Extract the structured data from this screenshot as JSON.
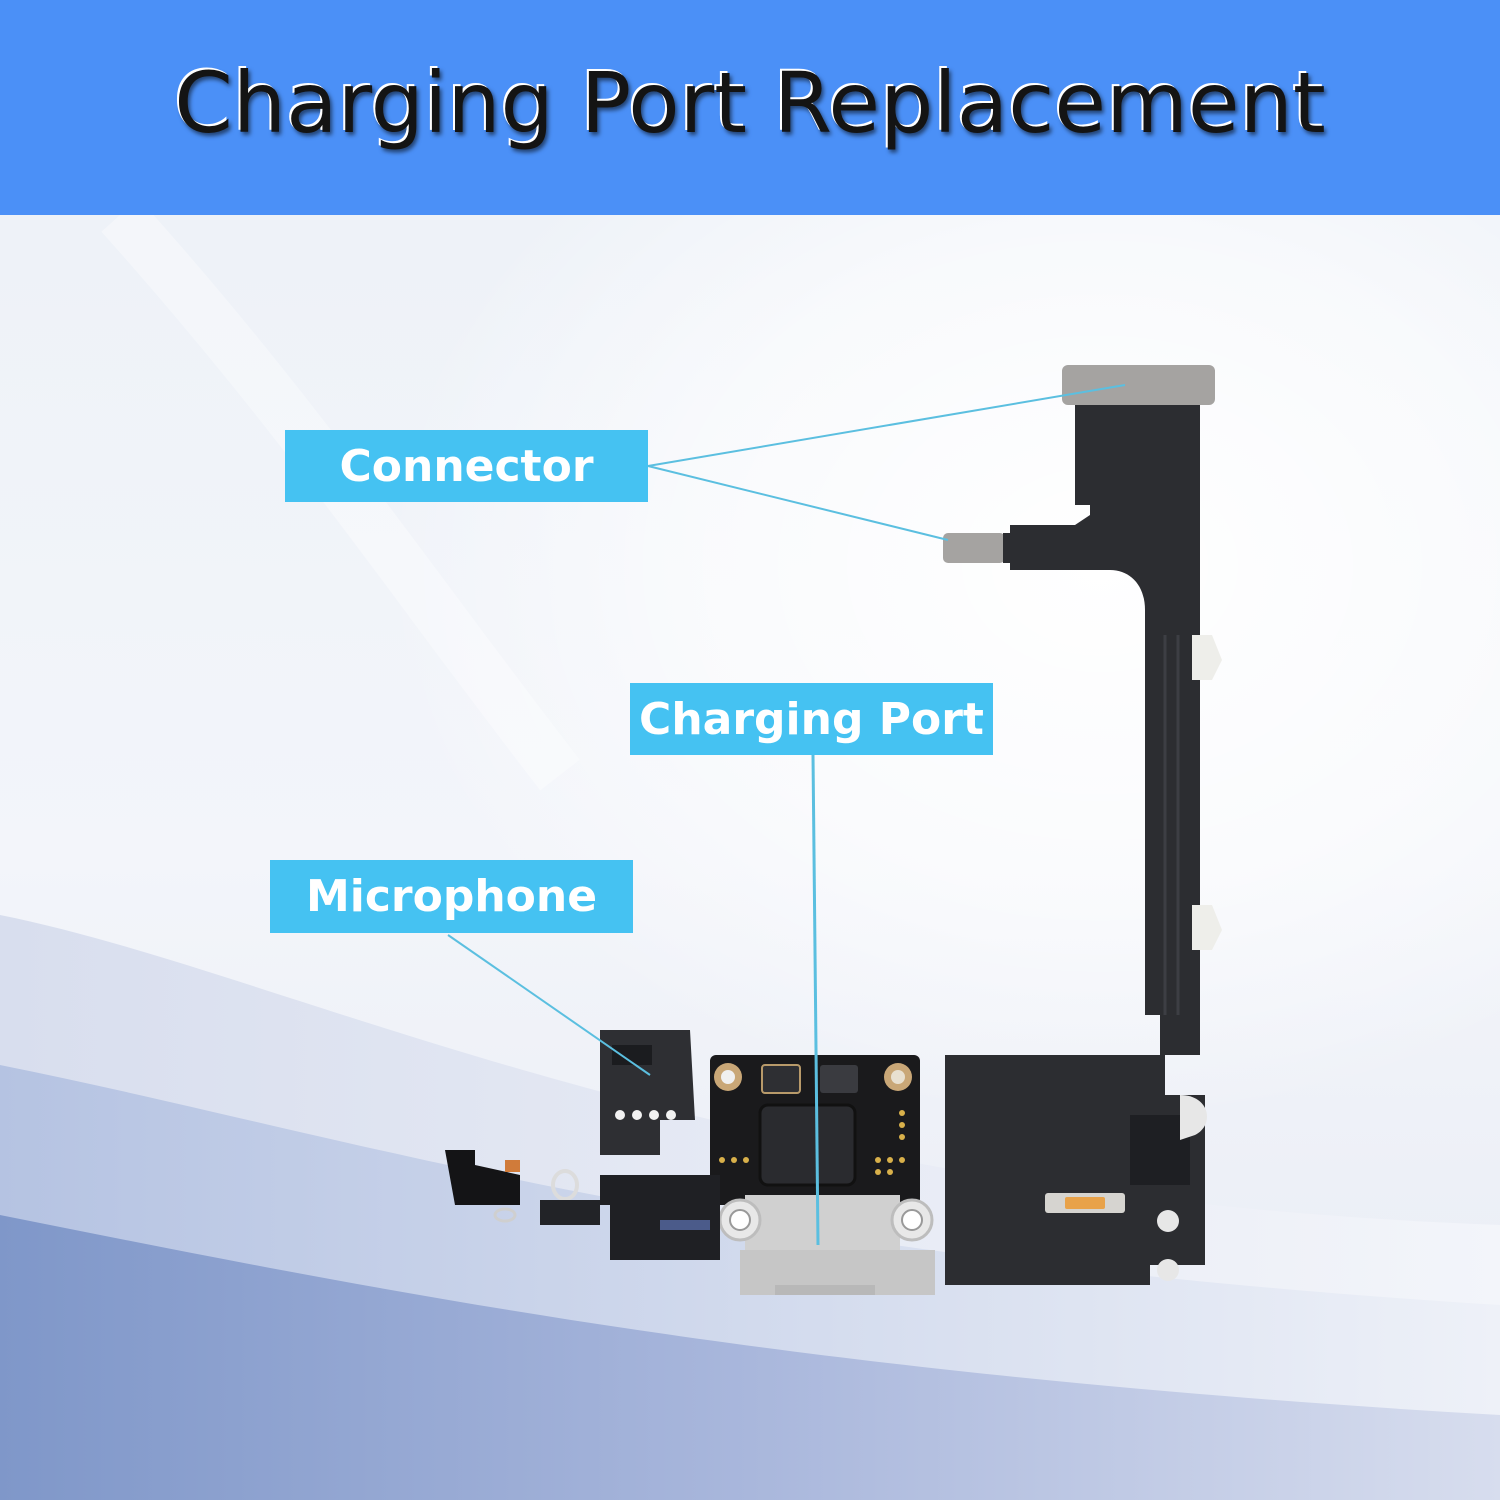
{
  "header": {
    "title": "Charging Port Replacement",
    "background_color": "#4b90f7"
  },
  "callouts": {
    "connector": {
      "label": "Connector"
    },
    "charging_port": {
      "label": "Charging Port"
    },
    "microphone": {
      "label": "Microphone"
    },
    "color": "#45c2f2",
    "line_color": "#5bbfe0"
  },
  "product": {
    "description": "charging port flex cable assembly",
    "flex_color": "#2c2d31",
    "connector_color": "#a5a3a1",
    "port_color": "#cfcfcf"
  },
  "watermark": {
    "text": ""
  }
}
